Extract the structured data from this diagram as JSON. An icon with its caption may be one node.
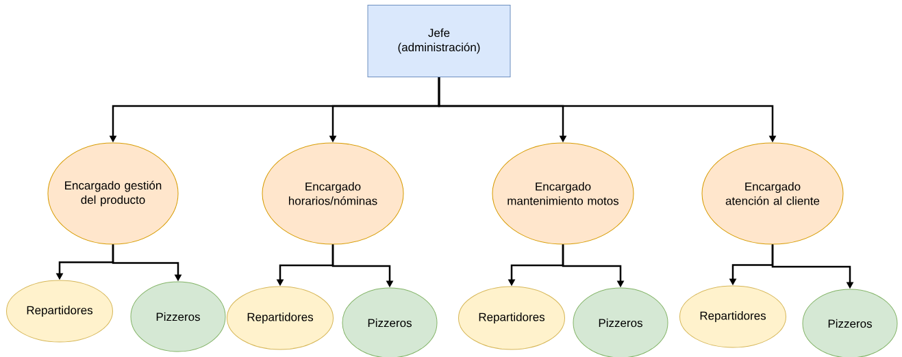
{
  "diagram": {
    "nodes": [
      {
        "text": [
          "Jefe (administración)"
        ]
      },
      {
        "text": [
          "Encargado gestión del producto"
        ]
      },
      {
        "text": [
          "Encargado horarios/nóminas"
        ]
      },
      {
        "text": [
          "Encargado mantenimiento motos"
        ]
      },
      {
        "text": [
          "Encargado atención al cliente"
        ]
      },
      {
        "text": [
          "Repartidores"
        ]
      },
      {
        "text": [
          "Pizzeros"
        ]
      },
      {
        "text": [
          "Repartidores"
        ]
      },
      {
        "text": [
          "Pizzeros"
        ]
      },
      {
        "text": [
          "Repartidores"
        ]
      },
      {
        "text": [
          "Pizzeros"
        ]
      },
      {
        "text": [
          "Repartidores"
        ]
      },
      {
        "text": [
          "Pizzeros"
        ]
      }
    ],
    "edges": [
      {
        "from": 0,
        "to": 1,
        "arrow": "to"
      },
      {
        "from": 0,
        "to": 2,
        "arrow": "to"
      },
      {
        "from": 0,
        "to": 3,
        "arrow": "to"
      },
      {
        "from": 0,
        "to": 4,
        "arrow": "to"
      },
      {
        "from": 1,
        "to": 5,
        "arrow": "to"
      },
      {
        "from": 1,
        "to": 6,
        "arrow": "to"
      },
      {
        "from": 2,
        "to": 7,
        "arrow": "to"
      },
      {
        "from": 2,
        "to": 8,
        "arrow": "to"
      },
      {
        "from": 3,
        "to": 9,
        "arrow": "to"
      },
      {
        "from": 3,
        "to": 10,
        "arrow": "to"
      },
      {
        "from": 4,
        "to": 11,
        "arrow": "to"
      },
      {
        "from": 4,
        "to": 12,
        "arrow": "to"
      }
    ]
  }
}
